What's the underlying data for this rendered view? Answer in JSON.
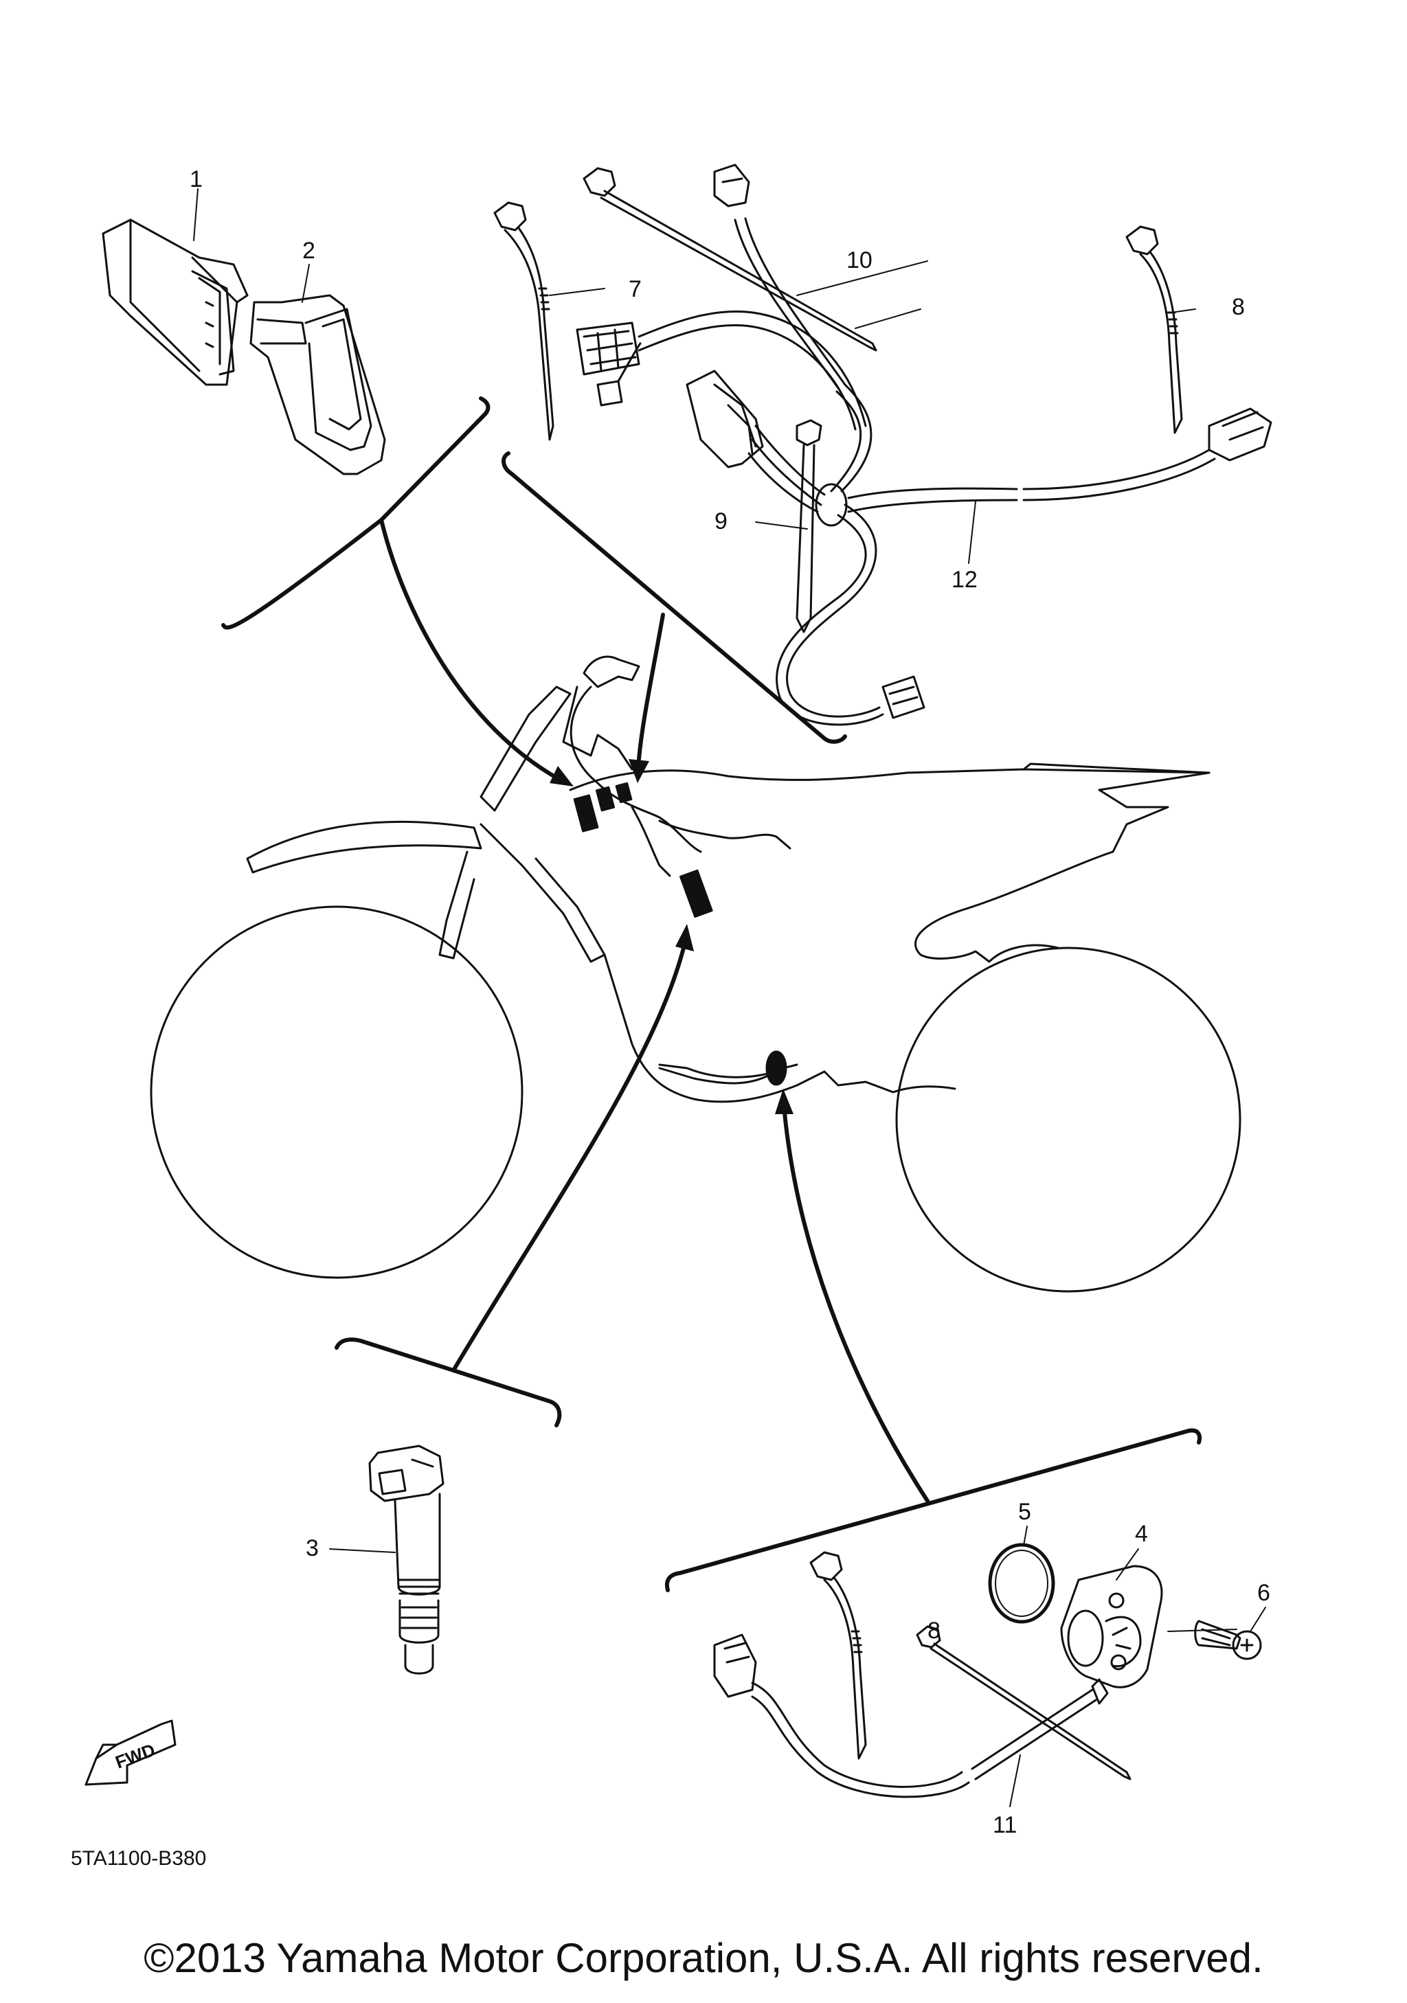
{
  "callouts": {
    "c1": "1",
    "c2": "2",
    "c3": "3",
    "c4": "4",
    "c5": "5",
    "c6": "6",
    "c7": "7",
    "c8a": "8",
    "c8b": "8",
    "c9": "9",
    "c10": "10",
    "c11": "11",
    "c12": "12"
  },
  "fwd_label": "FWD",
  "diagram_code": "5TA1100-B380",
  "copyright": "©2013 Yamaha Motor Corporation, U.S.A. All rights reserved."
}
